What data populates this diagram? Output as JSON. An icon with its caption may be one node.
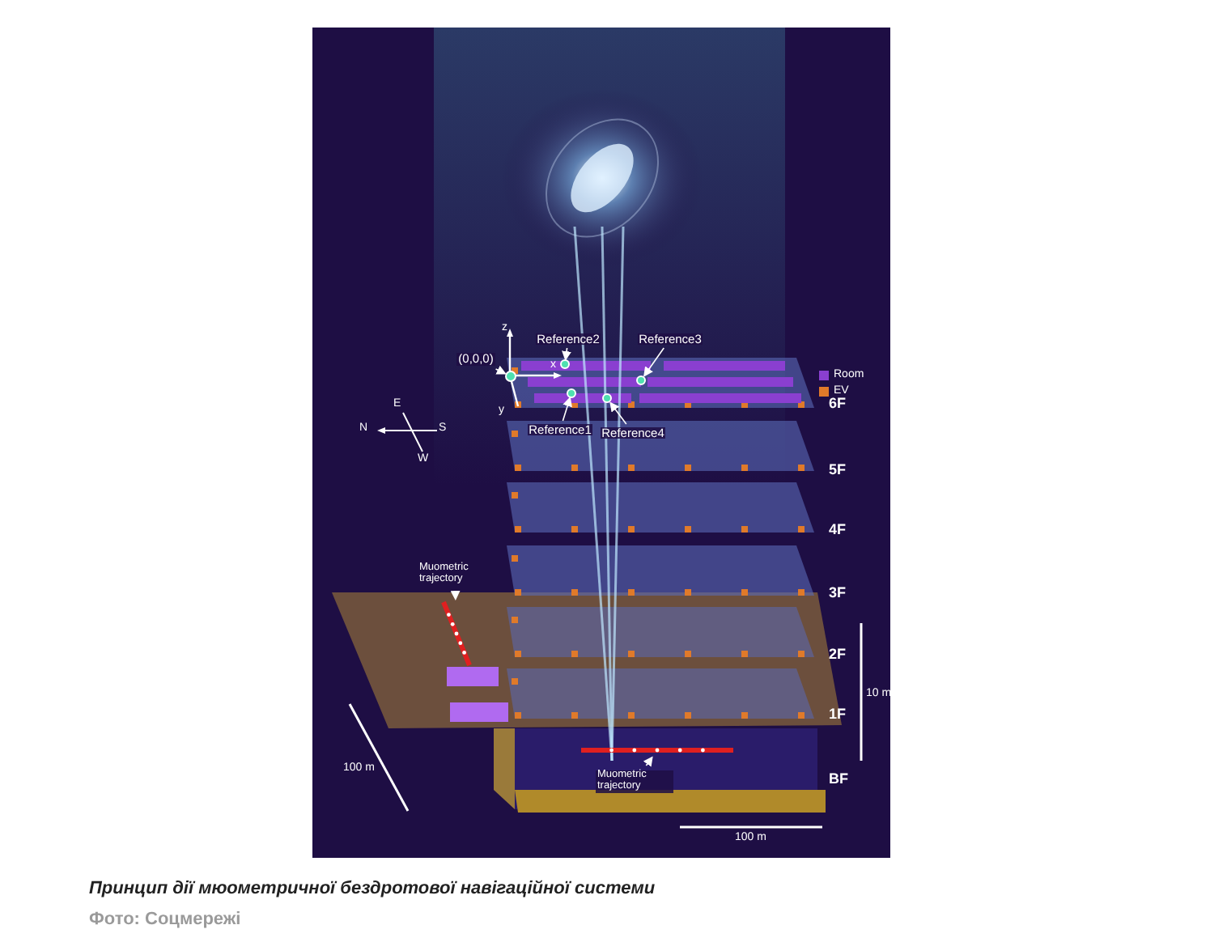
{
  "diagram": {
    "caption": "Принцип дії мюометричної бездротової навігаційної системи",
    "nodes": [
      {
        "text": [
          "(0,0,0)"
        ]
      },
      {
        "text": [],
        "shape": "circle"
      },
      {
        "text": [
          "Reference2"
        ]
      },
      {
        "text": [],
        "shape": "circle"
      },
      {
        "text": [
          "Reference3"
        ]
      },
      {
        "text": [],
        "shape": "circle"
      },
      {
        "text": [
          "Reference1"
        ]
      },
      {
        "text": [],
        "shape": "circle"
      },
      {
        "text": [
          "Reference4"
        ]
      },
      {
        "text": [],
        "shape": "circle"
      },
      {
        "text": [
          "Muometric trajectory"
        ]
      },
      {
        "text": [],
        "shape": "line"
      },
      {
        "text": [
          "Muometric trajectory"
        ]
      },
      {
        "text": [],
        "shape": "line"
      }
    ],
    "edges": [
      {
        "from": 0,
        "to": 1,
        "arrow": "to"
      },
      {
        "from": 2,
        "to": 3,
        "arrow": "to"
      },
      {
        "from": 4,
        "to": 5,
        "arrow": "to"
      },
      {
        "from": 6,
        "to": 7,
        "arrow": "to"
      },
      {
        "from": 8,
        "to": 9,
        "arrow": "to"
      },
      {
        "from": 10,
        "to": 11,
        "arrow": "to"
      },
      {
        "from": 12,
        "to": 13,
        "arrow": "to"
      }
    ],
    "labels": [
      "z",
      "x",
      "y",
      "E",
      "N",
      "S",
      "W",
      "6F",
      "5F",
      "4F",
      "3F",
      "2F",
      "1F",
      "BF",
      "10 m",
      "100 m",
      "100 m",
      "Фото: Соцмережі"
    ],
    "legend": [
      {
        "text": "Room",
        "color": "#8a3fd0"
      },
      {
        "text": "EV",
        "color": "#e07a2a"
      }
    ]
  }
}
